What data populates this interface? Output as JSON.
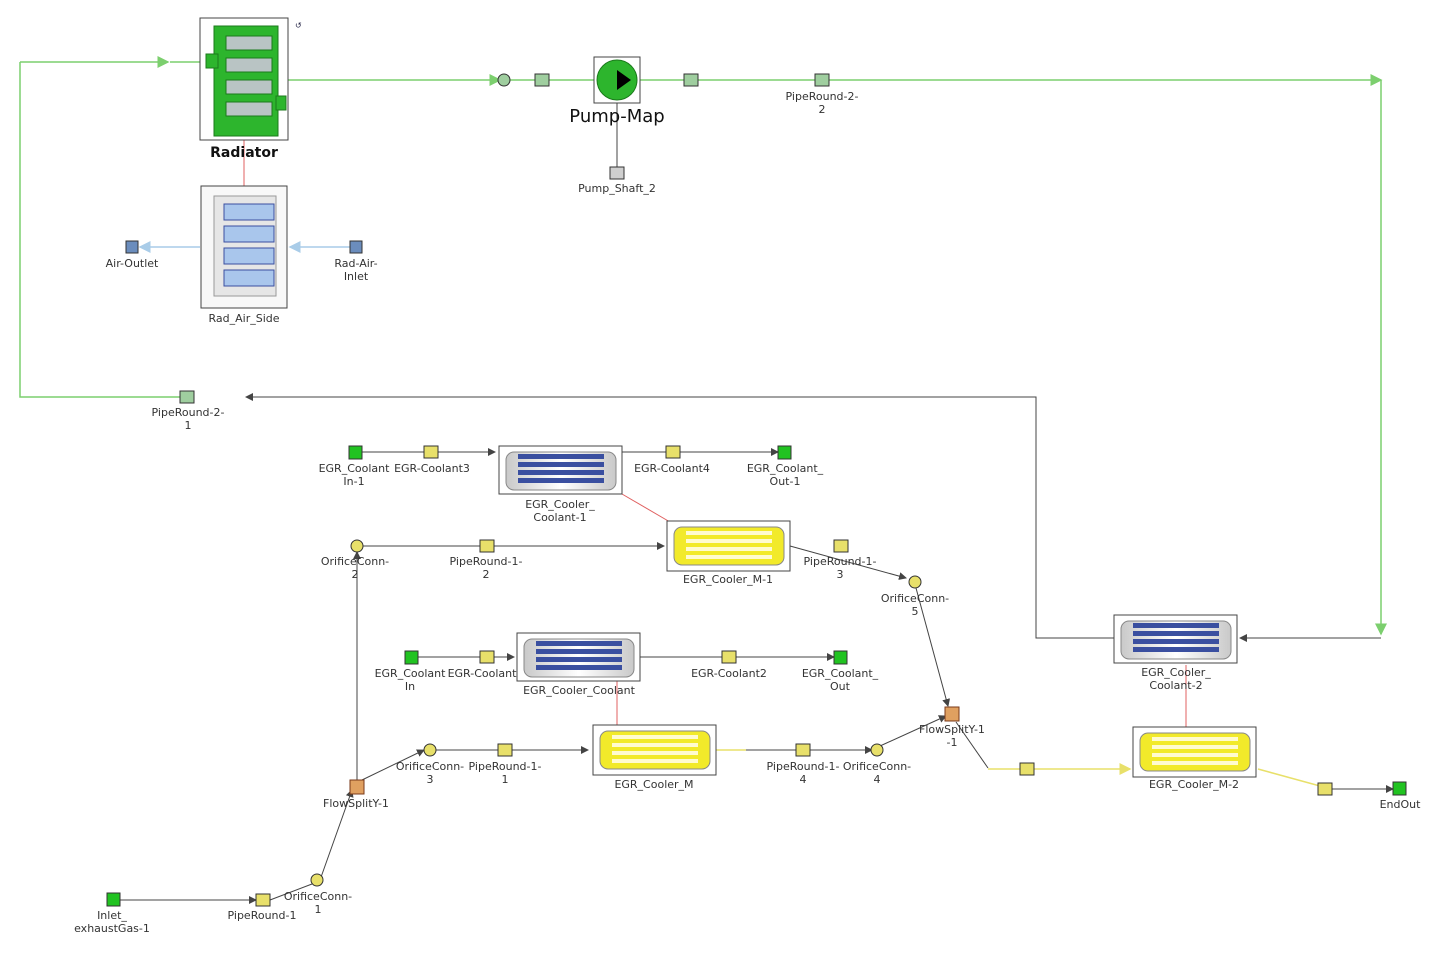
{
  "colors": {
    "coolant_line": "#7ccf6e",
    "gas_line": "#e8e06a",
    "air_line": "#a9cce8",
    "black_line": "#444444",
    "link_red": "#e06060",
    "radiator_green": "#2db52d",
    "cooler_blue": "#3a4fa0",
    "cooler_yellow": "#f2ea2a",
    "boundary_green": "#21c321"
  },
  "labels": {
    "radiator": "Radiator",
    "pump_map": "Pump-Map",
    "pump_shaft": "Pump_Shaft_2",
    "pipe_round_2_2": [
      "PipeRound-2-",
      "2"
    ],
    "air_outlet": "Air-Outlet",
    "rad_air_inlet": [
      "Rad-Air-",
      "Inlet"
    ],
    "rad_air_side": "Rad_Air_Side",
    "pipe_round_2_1": [
      "PipeRound-2-",
      "1"
    ],
    "egr_coolant_in_1": [
      "EGR_Coolant",
      "In-1"
    ],
    "egr_coolant3": "EGR-Coolant3",
    "egr_cooler_coolant_1": [
      "EGR_Cooler_",
      "Coolant-1"
    ],
    "egr_coolant4": "EGR-Coolant4",
    "egr_coolant_out_1": [
      "EGR_Coolant_",
      "Out-1"
    ],
    "orifice_conn_2": [
      "OrificeConn-",
      "2"
    ],
    "pipe_round_1_2": [
      "PipeRound-1-",
      "2"
    ],
    "egr_cooler_m_1": "EGR_Cooler_M-1",
    "pipe_round_1_3": [
      "PipeRound-1-",
      "3"
    ],
    "orifice_conn_5": [
      "OrificeConn-",
      "5"
    ],
    "egr_coolant_in": [
      "EGR_Coolant",
      "In"
    ],
    "egr_coolant": "EGR-Coolant",
    "egr_cooler_coolant": "EGR_Cooler_Coolant",
    "egr_coolant2": "EGR-Coolant2",
    "egr_coolant_out": [
      "EGR_Coolant_",
      "Out"
    ],
    "egr_cooler_coolant_2": [
      "EGR_Cooler_",
      "Coolant-2"
    ],
    "flowsplity_1_1": [
      "FlowSplitY-1",
      "-1"
    ],
    "orifice_conn_3": [
      "OrificeConn-",
      "3"
    ],
    "pipe_round_1_1": [
      "PipeRound-1-",
      "1"
    ],
    "egr_cooler_m": "EGR_Cooler_M",
    "pipe_round_1_4": [
      "PipeRound-1-",
      "4"
    ],
    "orifice_conn_4": [
      "OrificeConn-",
      "4"
    ],
    "egr_cooler_m_2": "EGR_Cooler_M-2",
    "flowsplity_1": "FlowSplitY-1",
    "end_out": "EndOut",
    "inlet_exhaust": [
      "Inlet_",
      "exhaustGas-1"
    ],
    "pipe_round_1": "PipeRound-1",
    "orifice_conn_1": [
      "OrificeConn-",
      "1"
    ]
  }
}
